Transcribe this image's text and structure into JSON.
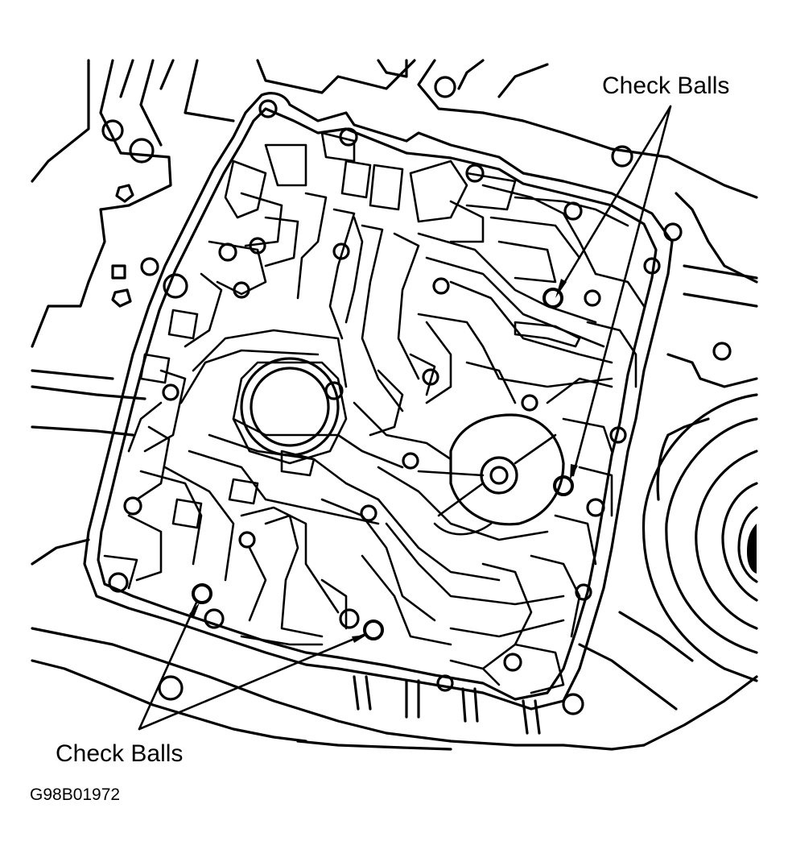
{
  "labels": {
    "check_balls_top": "Check Balls",
    "check_balls_bottom": "Check Balls"
  },
  "figure_code": "G98B01972"
}
